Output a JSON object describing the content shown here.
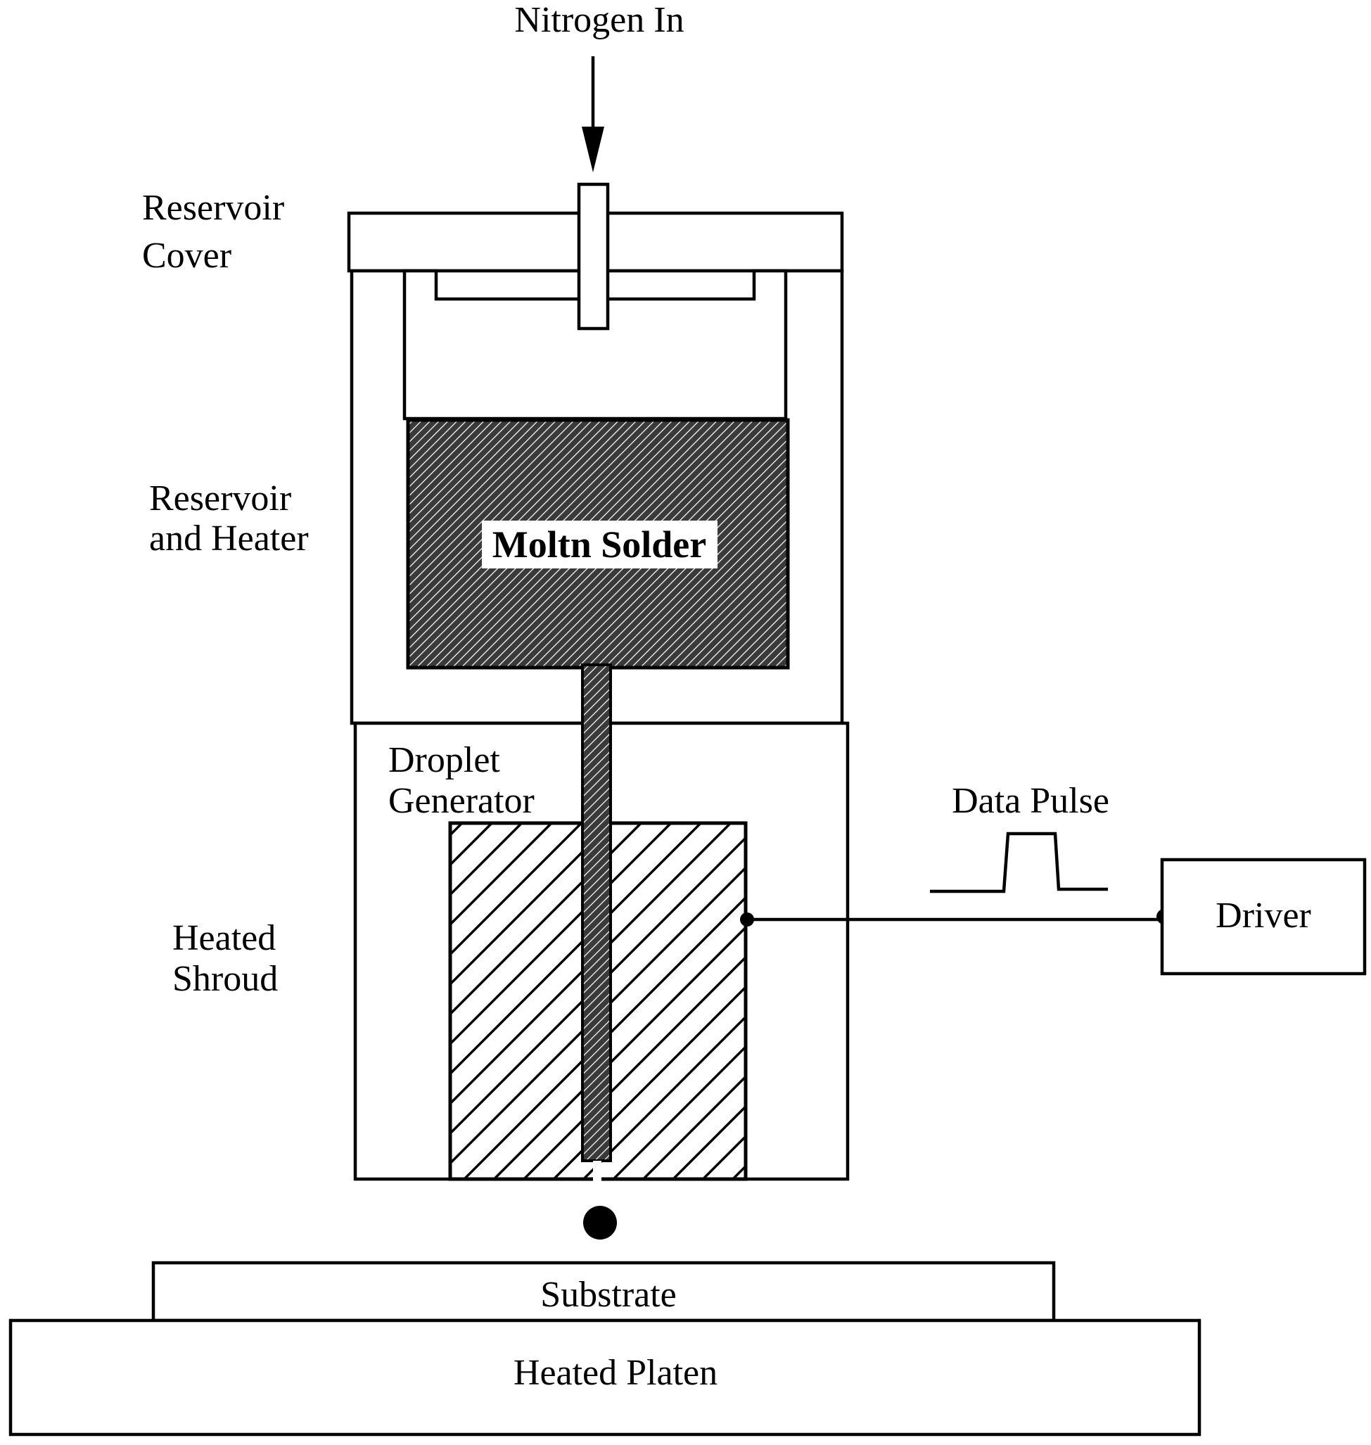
{
  "diagram": {
    "labels": {
      "nitrogen_in": "Nitrogen In",
      "reservoir_cover_line1": "Reservoir",
      "reservoir_cover_line2": "Cover",
      "reservoir_heater_line1": "Reservoir",
      "reservoir_heater_line2": "and Heater",
      "molten_solder": "Moltn Solder",
      "droplet_generator_line1": "Droplet",
      "droplet_generator_line2": "Generator",
      "heated_shroud_line1": "Heated",
      "heated_shroud_line2": "Shroud",
      "data_pulse": "Data Pulse",
      "driver": "Driver",
      "substrate": "Substrate",
      "heated_platen": "Heated Platen"
    },
    "colors": {
      "line": "#000000",
      "background": "#ffffff",
      "solder_fill": "#3a3a3a"
    }
  }
}
